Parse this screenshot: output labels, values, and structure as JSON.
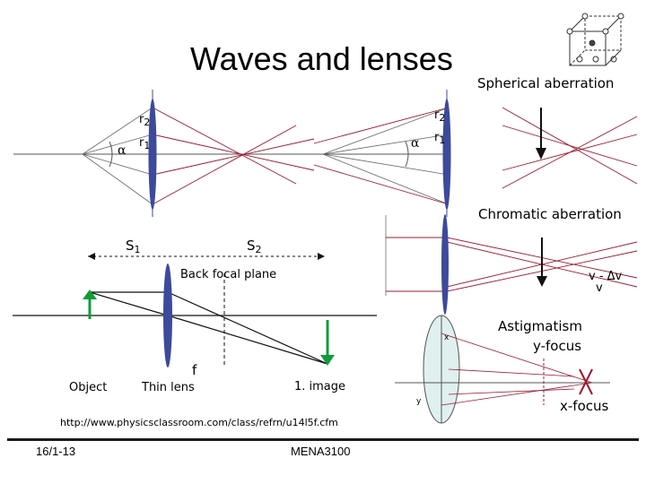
{
  "slide": {
    "title": "Waves and lenses",
    "labels": {
      "spherical_aberration": "Spherical aberration",
      "chromatic_aberration": "Chromatic aberration",
      "astigmatism": "Astigmatism",
      "y_focus": "y-focus",
      "x_focus": "x-focus",
      "back_focal_plane": "Back focal plane",
      "object": "Object",
      "thin_lens": "Thin lens",
      "f": "f",
      "image": "1. image",
      "s": "S",
      "s1_sub": "1",
      "s2_sub": "2",
      "alpha": "α",
      "r": "r",
      "r1_sub": "1",
      "r2_sub": "2",
      "v_dv": "v - Δv",
      "v": "v",
      "x": "x",
      "y": "y"
    },
    "url": "http://www.physicsclassroom.com/class/refrn/u14l5f.cfm",
    "footer": {
      "date": "16/1-13",
      "course": "MENA3100"
    }
  },
  "colors": {
    "lens": "#3d4a9c",
    "ray": "#9b1b30",
    "arrow_green": "#0f9d3a",
    "astig_lens_fill": "#dff0ef"
  }
}
